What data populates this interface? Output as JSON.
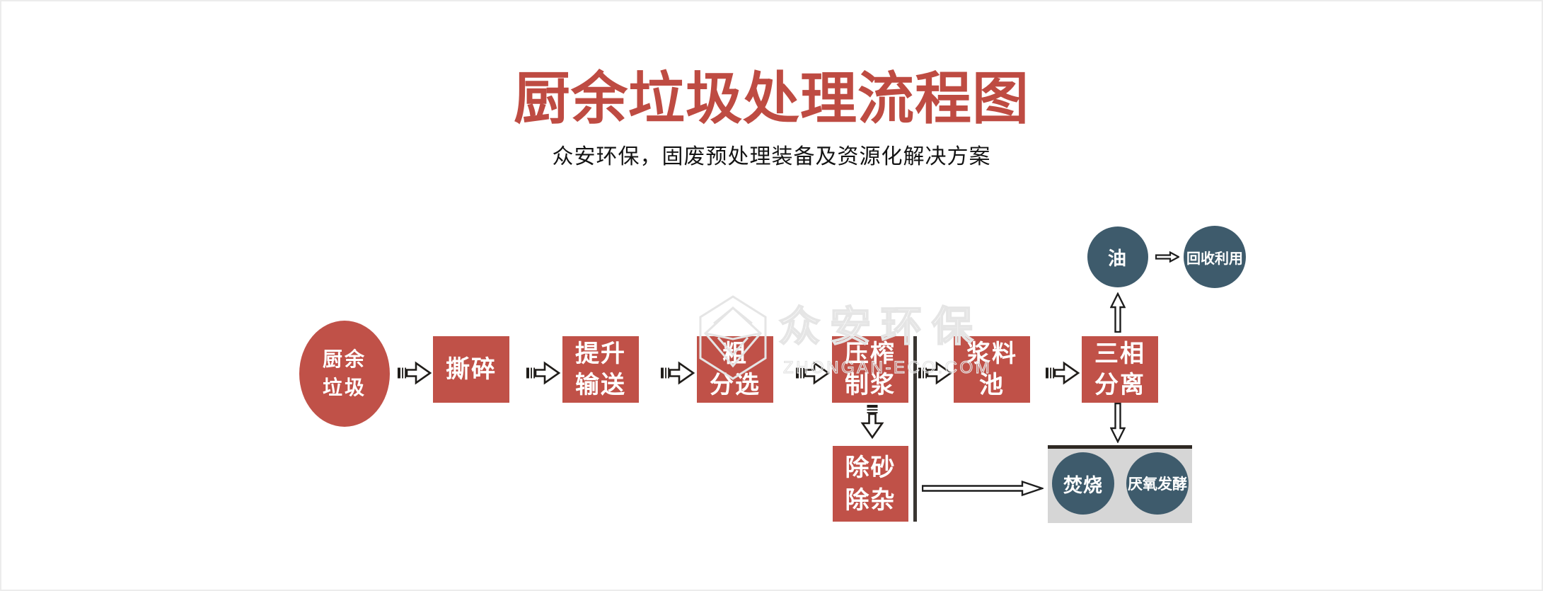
{
  "header": {
    "title": "厨余垃圾处理流程图",
    "subtitle": "众安环保，固废预处理装备及资源化解决方案"
  },
  "watermark": {
    "brand": "众安环保",
    "site": "ZHONGAN-ECO.COM",
    "logo_icon": "hexagon-gem-logo"
  },
  "flow": {
    "source": {
      "line1": "厨余",
      "line2": "垃圾"
    },
    "steps": [
      {
        "line1": "撕碎",
        "line2": ""
      },
      {
        "line1": "提升",
        "line2": "输送"
      },
      {
        "line1": "粗",
        "line2": "分选"
      },
      {
        "line1": "压榨",
        "line2": "制浆"
      },
      {
        "line1": "浆料",
        "line2": "池"
      },
      {
        "line1": "三相",
        "line2": "分离"
      }
    ],
    "desand": {
      "line1": "除砂",
      "line2": "除杂"
    },
    "oil": {
      "label": "油"
    },
    "recycle": {
      "label": "回收利用"
    },
    "incineration": {
      "label": "焚烧"
    },
    "anaerobic": {
      "label": "厌氧发酵"
    }
  },
  "icons": {
    "step_connector": "striped-right-arrow-icon",
    "branch_connector": "striped-down-arrow-icon",
    "plain_connectors": [
      "up-arrow-icon",
      "down-arrow-icon",
      "right-arrow-icon",
      "long-right-arrow-icon"
    ]
  },
  "colors": {
    "title_red": "#BE4B42",
    "node_red": "#C05148",
    "node_blue": "#3E5B6C",
    "tray_gray": "#D6D6D6",
    "tray_top_border": "#2E2823",
    "separator_line": "#3A3632",
    "arrow_outline": "#201D1A",
    "watermark_gray": "#E5E5E5",
    "page_border": "#ECECEC"
  }
}
